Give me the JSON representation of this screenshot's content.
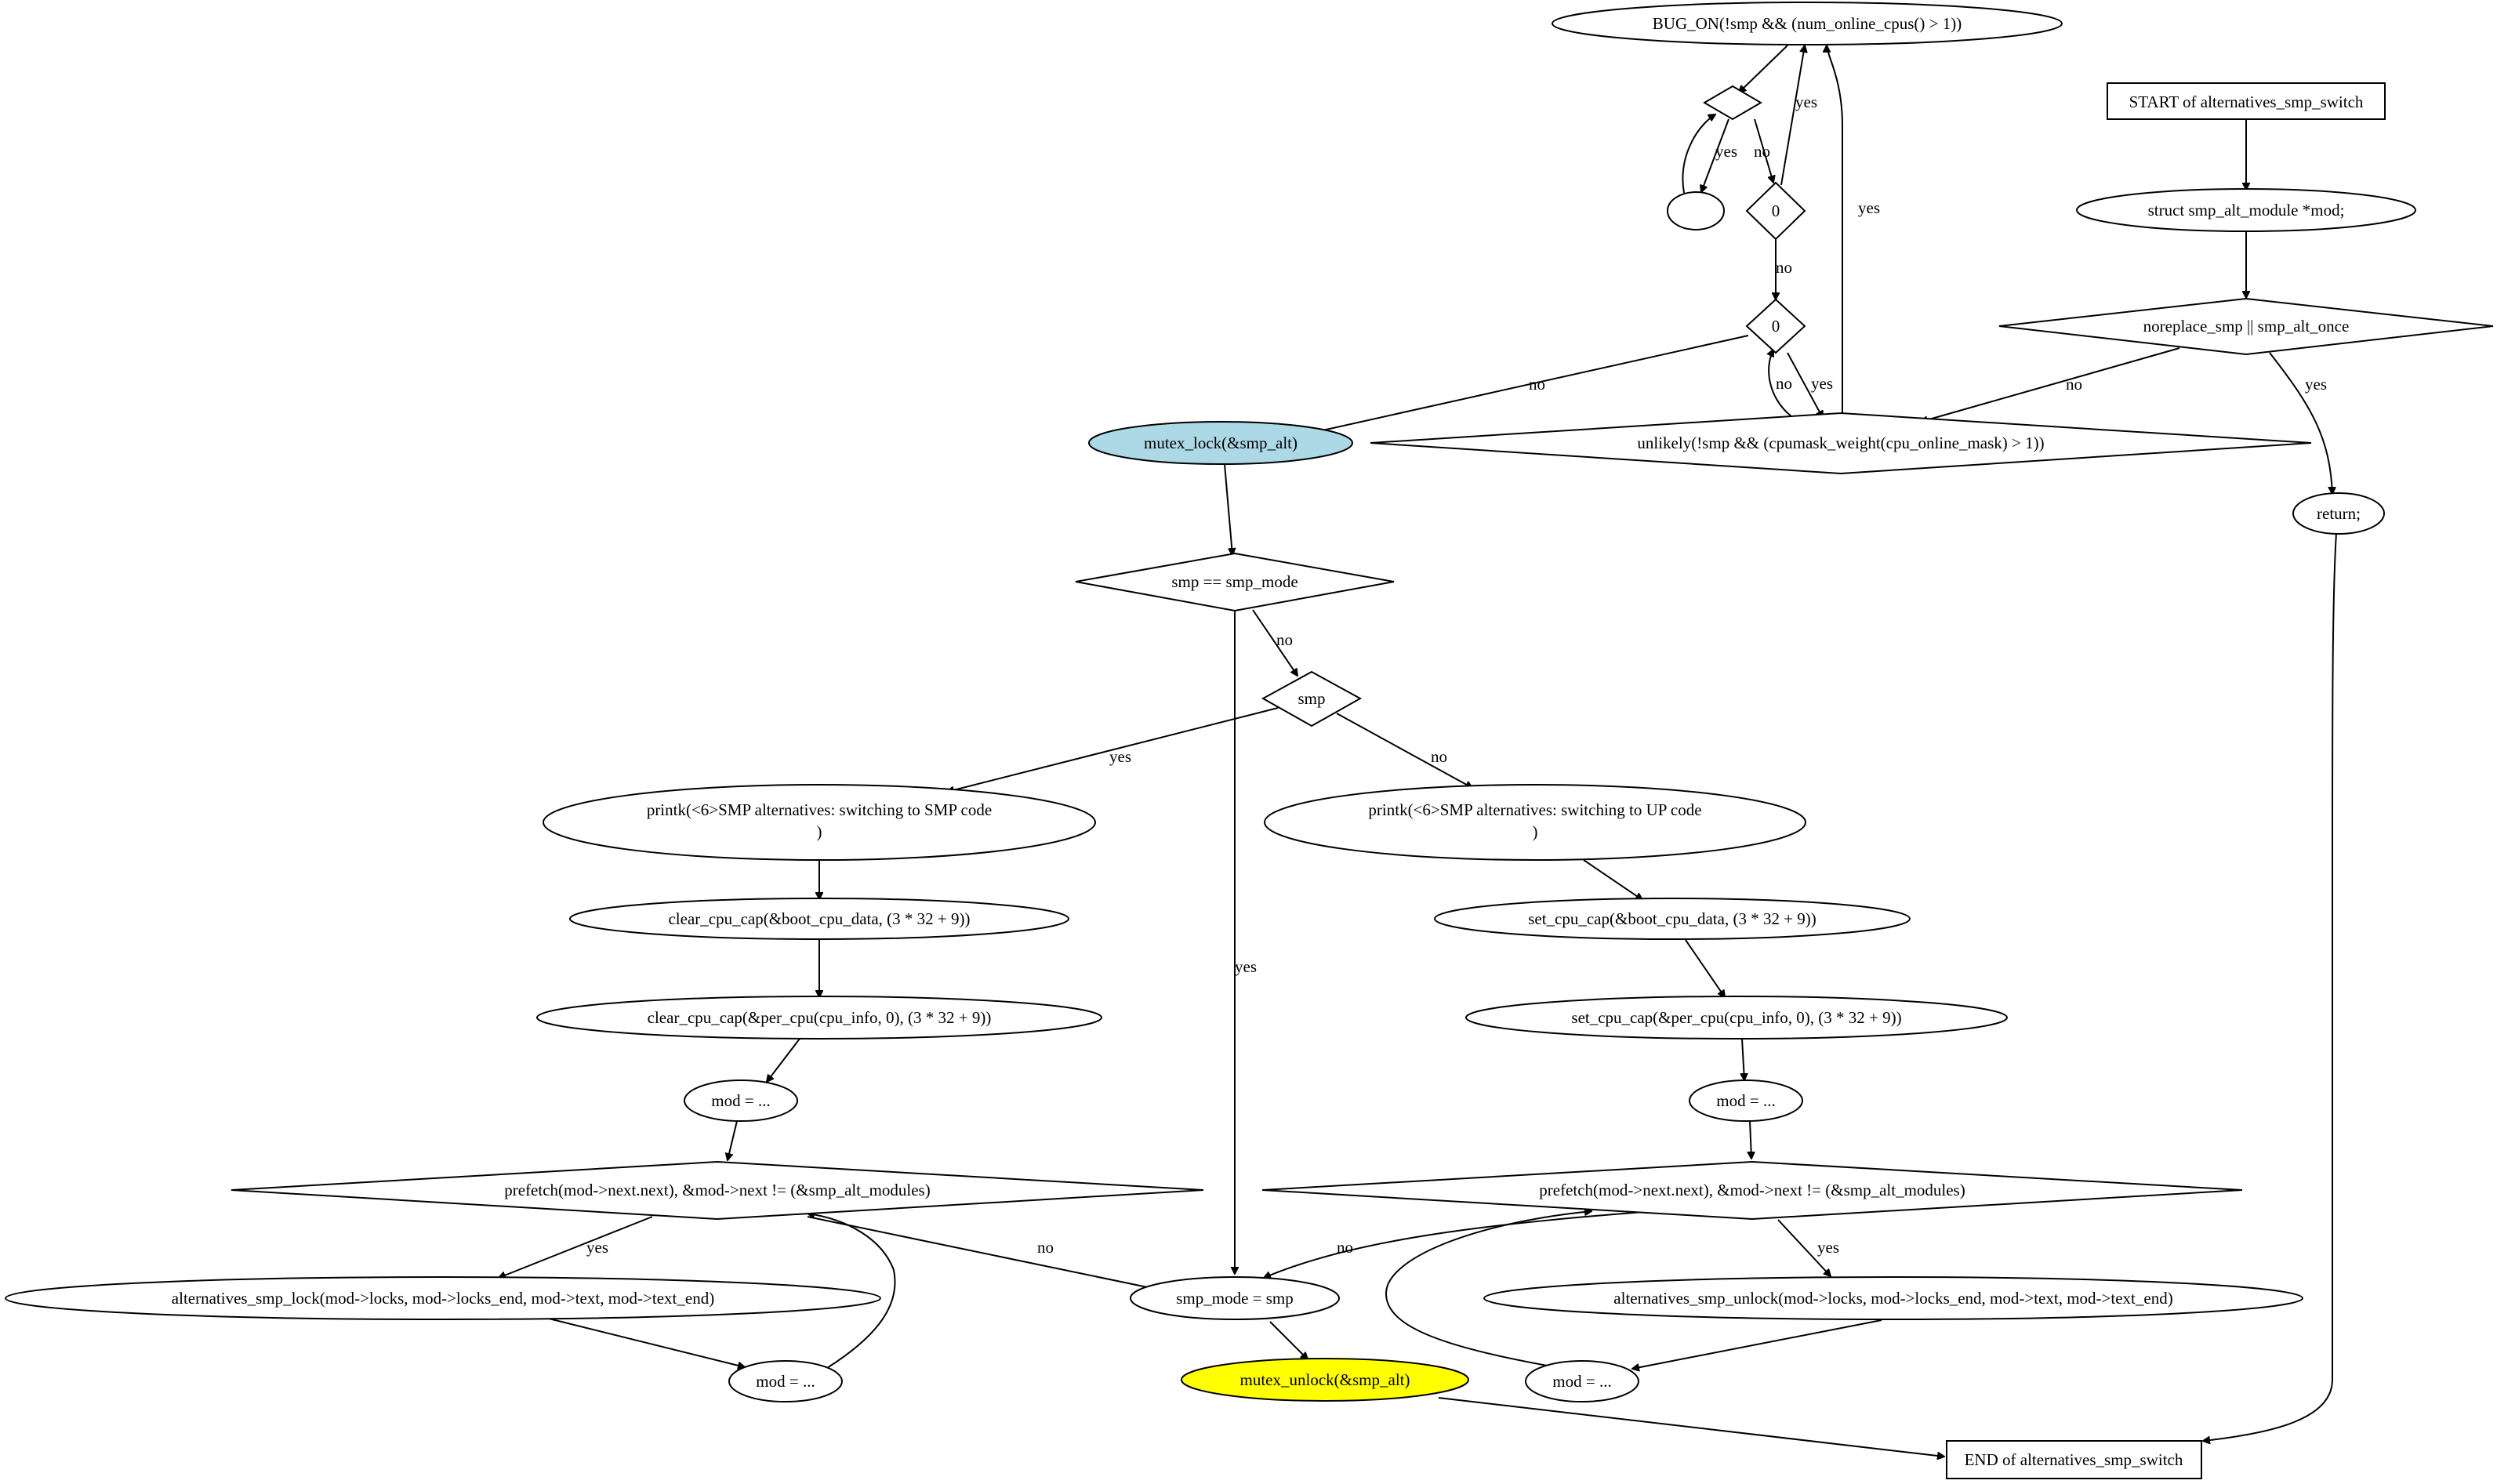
{
  "nodes": {
    "start": "START of alternatives_smp_switch",
    "decl": "struct smp_alt_module *mod;",
    "noreplace": "noreplace_smp || smp_alt_once",
    "return": "return;",
    "unlikely": "unlikely(!smp && (cpumask_weight(cpu_online_mask) > 1))",
    "zero1": "0",
    "zero2": "0",
    "empty": "",
    "empty_diamond": "",
    "bug_on": "BUG_ON(!smp && (num_online_cpus() > 1))",
    "mutex_lock": "mutex_lock(&smp_alt)",
    "smp_eq": "smp == smp_mode",
    "smp": "smp",
    "printk_smp_1": "printk(<6>SMP alternatives: switching to SMP code",
    "printk_smp_2": ")",
    "clear_cap1": "clear_cpu_cap(&boot_cpu_data, (3 * 32 + 9))",
    "clear_cap2": "clear_cpu_cap(&per_cpu(cpu_info, 0), (3 * 32 + 9))",
    "mod_l": "mod = ...",
    "prefetch_l": "prefetch(mod->next.next), &mod->next != (&smp_alt_modules)",
    "lock_call": "alternatives_smp_lock(mod->locks, mod->locks_end, mod->text, mod->text_end)",
    "mod_l2": "mod = ...",
    "printk_up_1": "printk(<6>SMP alternatives: switching to UP code",
    "printk_up_2": ")",
    "set_cap1": "set_cpu_cap(&boot_cpu_data, (3 * 32 + 9))",
    "set_cap2": "set_cpu_cap(&per_cpu(cpu_info, 0), (3 * 32 + 9))",
    "mod_r": "mod = ...",
    "prefetch_r": "prefetch(mod->next.next), &mod->next != (&smp_alt_modules)",
    "unlock_call": "alternatives_smp_unlock(mod->locks, mod->locks_end, mod->text, mod->text_end)",
    "mod_r2": "mod = ...",
    "smp_mode_set": "smp_mode = smp",
    "mutex_unlock": "mutex_unlock(&smp_alt)",
    "end": "END of alternatives_smp_switch"
  },
  "edge_labels": {
    "noreplace_yes": "yes",
    "noreplace_no": "no",
    "zero2_no_lock": "no",
    "zero2_no_loop": "no",
    "zero2_yes": "yes",
    "unlikely_yes": "yes",
    "diamond_no": "no",
    "diamond_yes": "yes",
    "zero1_yes": "yes",
    "zero1_no": "no",
    "smp_eq_no": "no",
    "smp_eq_yes": "yes",
    "smp_yes": "yes",
    "smp_no": "no",
    "prefetch_l_yes": "yes",
    "prefetch_l_no": "no",
    "prefetch_r_yes": "yes",
    "prefetch_r_no": "no"
  },
  "colors": {
    "mutex_lock_fill": "#add8e6",
    "mutex_unlock_fill": "#ffff00",
    "stroke": "#000000",
    "background": "#ffffff"
  }
}
